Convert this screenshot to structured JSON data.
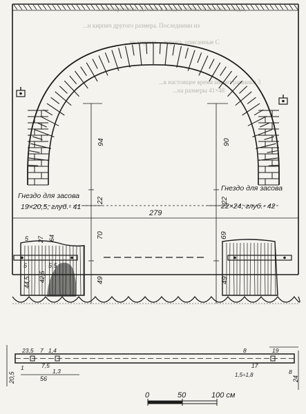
{
  "labels": {
    "nest_left_title": "Гнездо для засова",
    "nest_left_size": "19×20,5; глуб.- 41",
    "nest_right_title": "Гнездо для засова",
    "nest_right_size": "22×24; глуб.- 42"
  },
  "dimensions": {
    "left_upper": "94",
    "right_upper": "90",
    "left_mid": "22",
    "right_mid": "22",
    "width": "279",
    "left_70": "70",
    "right_69": "69",
    "left_49": "49",
    "right_49": "49",
    "d_5a": "5",
    "d_5b": "5",
    "d_27": "27",
    "d_64": "64",
    "d_5_5": "5,5",
    "d_44_5": "44,5",
    "d_42_5": "42,5",
    "p_23_5": "23,5",
    "p_7": "7",
    "p_1_4": "1,4",
    "p_7_5": "7,5",
    "p_1_3": "1,3",
    "p_56": "56",
    "p_20_5": "20,5",
    "p_1": "1",
    "p_8": "8",
    "p_19": "19",
    "p_17": "17",
    "p_15_18": "1,5÷1,8",
    "p_24": "24",
    "p_8b": "8"
  },
  "scale": {
    "t0": "0",
    "t50": "50",
    "t100": "100 см"
  },
  "page_text_lines": [
    "...того времени. Да ним в кладке стены оказались следы,",
    "...и кирпич другого размера. Последними из",
    "...ли кирпич. ...ворота, описанные С",
    "...в настоящее время имеют рамники 3",
    "...на размеры 41×48"
  ]
}
